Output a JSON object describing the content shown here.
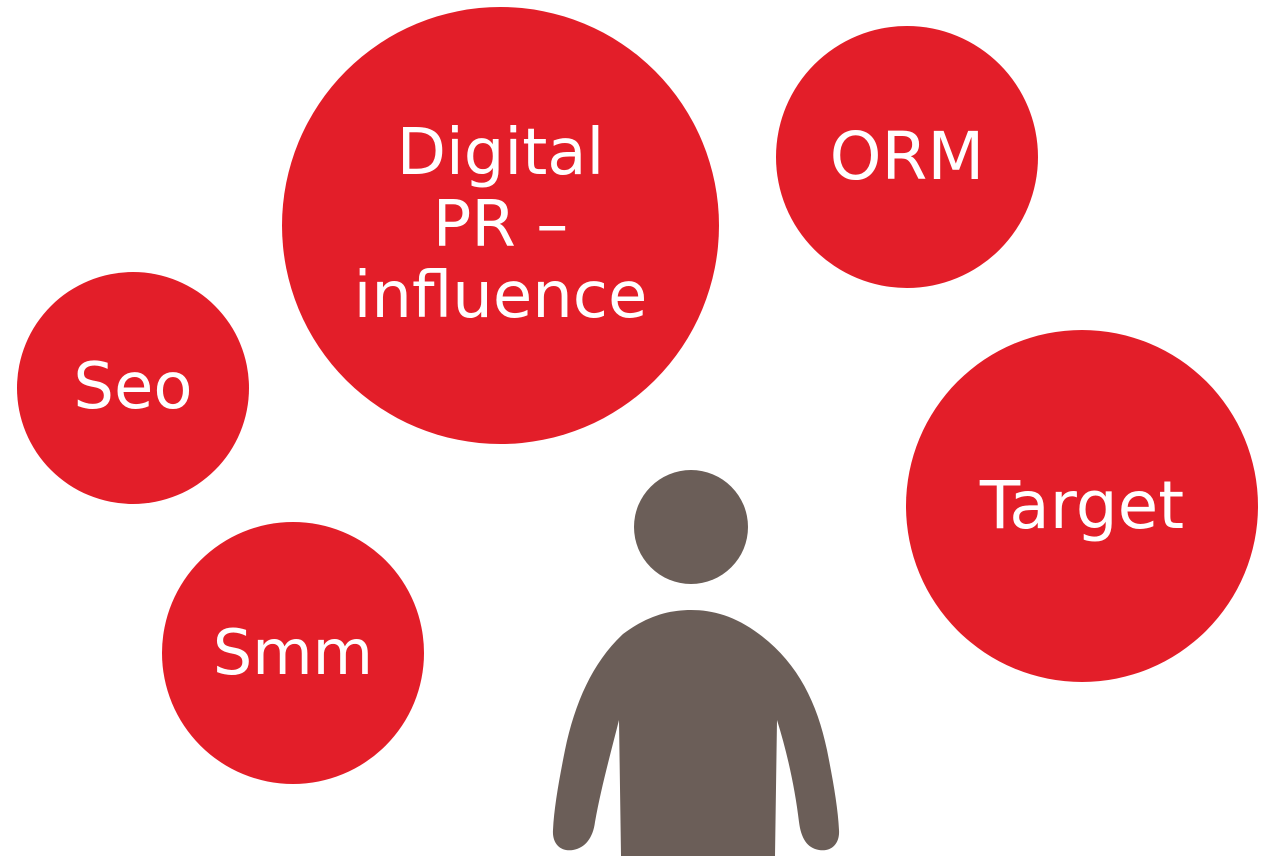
{
  "colors": {
    "bubble": "#e31e29",
    "text": "#ffffff",
    "person": "#6b5e58",
    "background": "#ffffff"
  },
  "bubbles": {
    "digital_pr": {
      "label": "Digital\nPR –\ninfluence"
    },
    "orm": {
      "label": "ORM"
    },
    "seo": {
      "label": "Seo"
    },
    "target": {
      "label": "Target"
    },
    "smm": {
      "label": "Smm"
    }
  },
  "person_icon": "person-icon"
}
